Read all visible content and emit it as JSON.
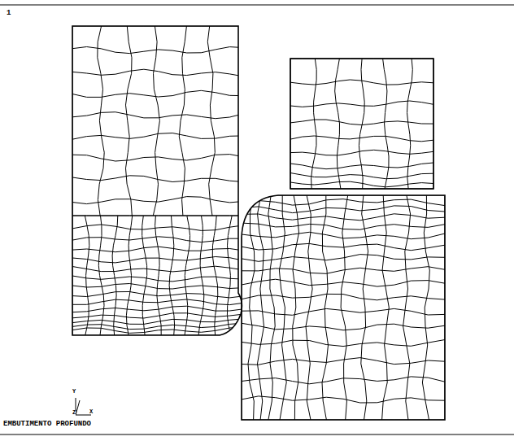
{
  "diagram": {
    "labels": [
      "1",
      "Y",
      "Z",
      "X",
      "EMBUTIMENTO PROFUNDO"
    ]
  }
}
